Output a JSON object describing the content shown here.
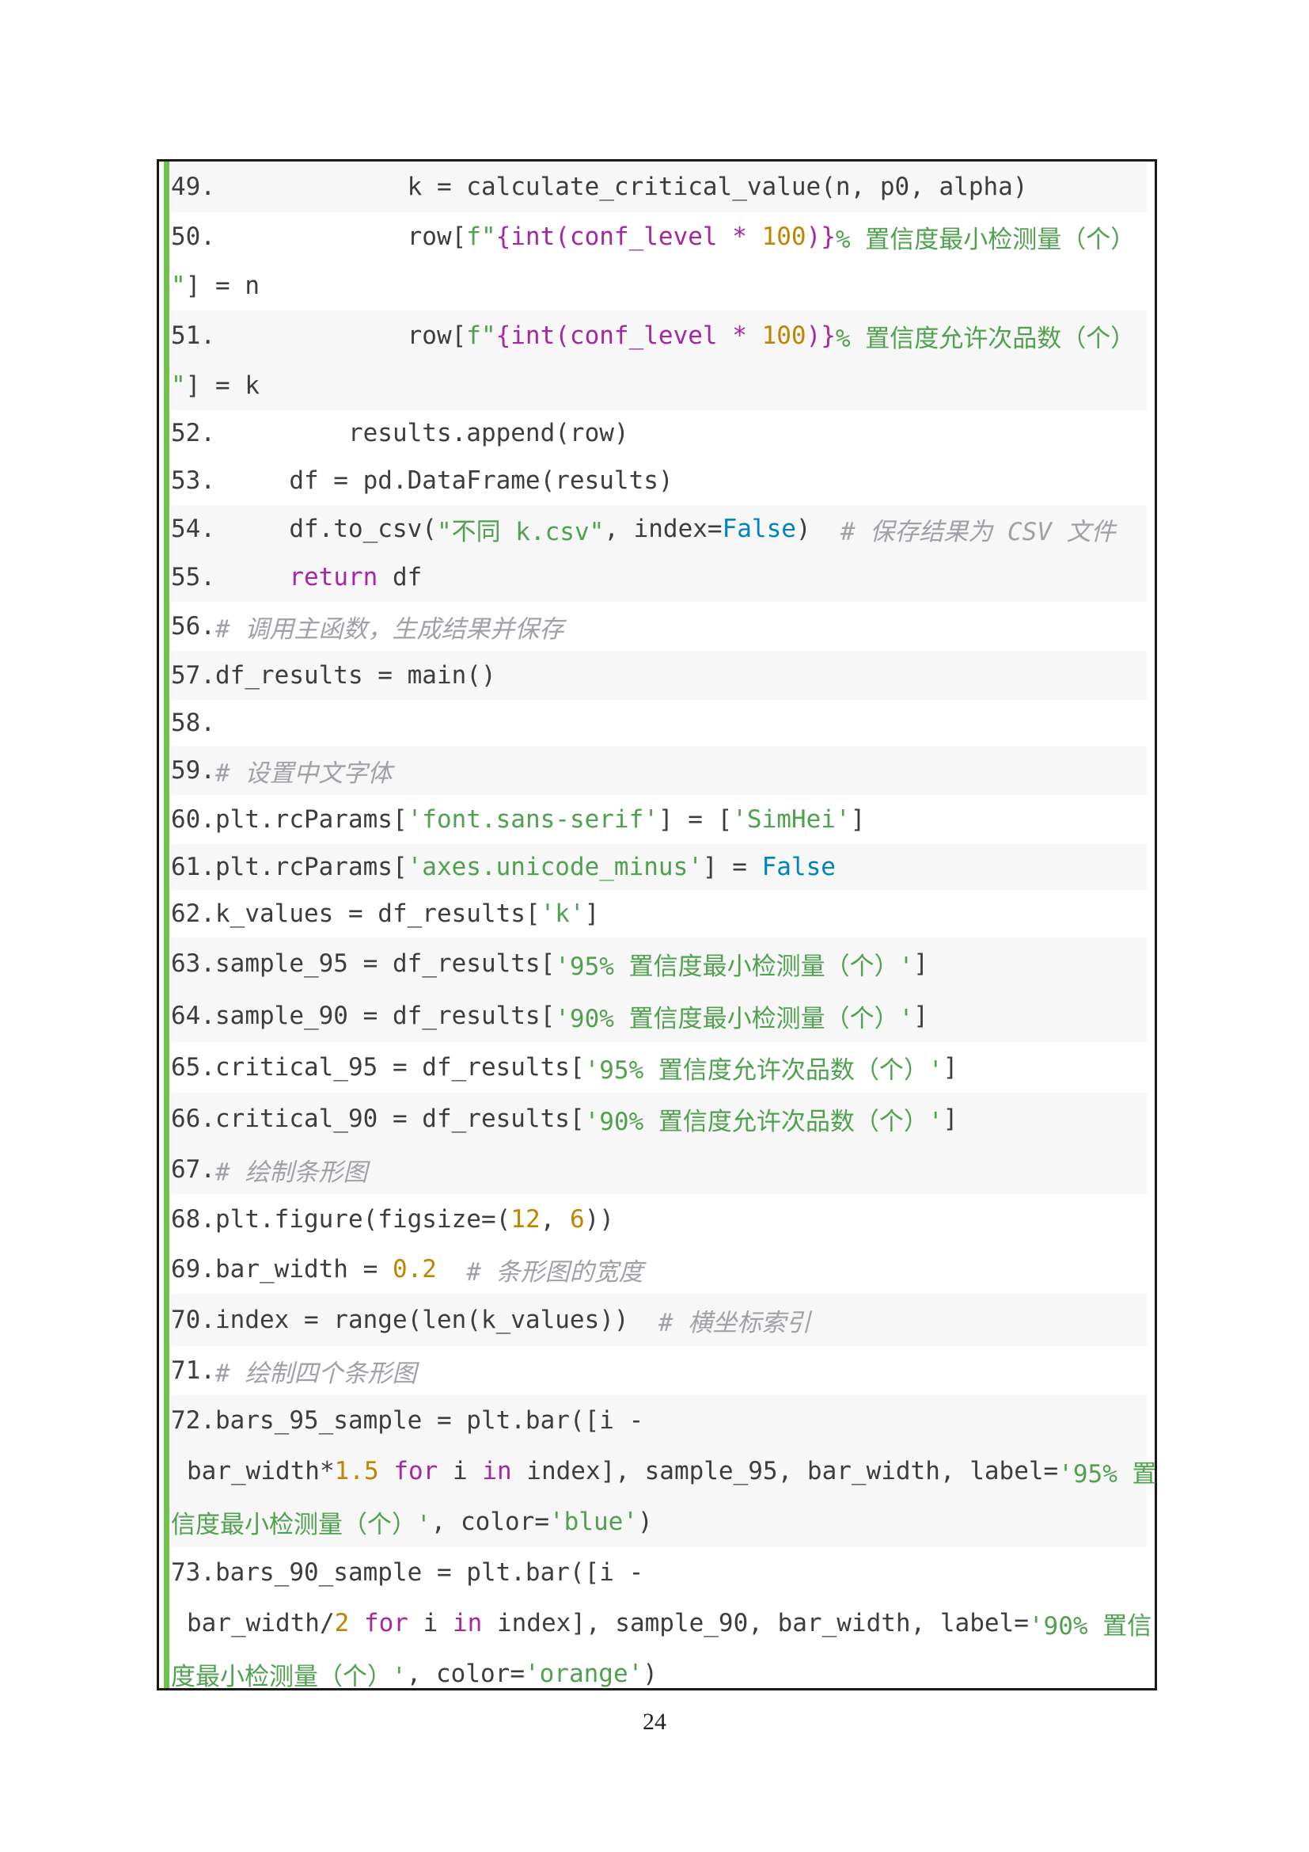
{
  "page_number": "24",
  "lines": [
    {
      "h": 64,
      "alt": true,
      "segs": [
        [
          "num",
          "49."
        ],
        [
          "",
          "             k = calculate_critical_value(n, p0, alpha)"
        ]
      ]
    },
    {
      "h": 62,
      "alt": false,
      "segs": [
        [
          "num",
          "50."
        ],
        [
          "",
          "             row["
        ],
        [
          "str",
          "f\""
        ],
        [
          "kw",
          "{int(conf_level "
        ],
        [
          "op",
          "*"
        ],
        [
          "kw",
          " "
        ],
        [
          "numlit",
          "100"
        ],
        [
          "kw",
          ")}"
        ],
        [
          "str",
          "% 置信度最小检测量（个）"
        ]
      ]
    },
    {
      "h": 62,
      "alt": false,
      "segs": [
        [
          "str",
          "\""
        ],
        [
          "",
          "] = n"
        ]
      ]
    },
    {
      "h": 64,
      "alt": true,
      "segs": [
        [
          "num",
          "51."
        ],
        [
          "",
          "             row["
        ],
        [
          "str",
          "f\""
        ],
        [
          "kw",
          "{int(conf_level "
        ],
        [
          "op",
          "*"
        ],
        [
          "kw",
          " "
        ],
        [
          "numlit",
          "100"
        ],
        [
          "kw",
          ")}"
        ],
        [
          "str",
          "% 置信度允许次品数（个）"
        ]
      ]
    },
    {
      "h": 62,
      "alt": true,
      "segs": [
        [
          "str",
          "\""
        ],
        [
          "",
          "] = k"
        ]
      ]
    },
    {
      "h": 58,
      "alt": false,
      "segs": [
        [
          "num",
          "52."
        ],
        [
          "",
          "         results.append(row)"
        ]
      ]
    },
    {
      "h": 62,
      "alt": false,
      "segs": [
        [
          "num",
          "53."
        ],
        [
          "",
          "     df = pd.DataFrame(results)"
        ]
      ]
    },
    {
      "h": 60,
      "alt": true,
      "segs": [
        [
          "num",
          "54."
        ],
        [
          "",
          "     df.to_csv("
        ],
        [
          "str",
          "\"不同 k.csv\""
        ],
        [
          "",
          ", index="
        ],
        [
          "bool",
          "False"
        ],
        [
          "",
          ")  "
        ],
        [
          "cmt",
          "# 保存结果为 CSV 文件"
        ]
      ]
    },
    {
      "h": 62,
      "alt": true,
      "segs": [
        [
          "num",
          "55."
        ],
        [
          "",
          "     "
        ],
        [
          "kw",
          "return"
        ],
        [
          "",
          " df"
        ]
      ]
    },
    {
      "h": 62,
      "alt": false,
      "segs": [
        [
          "num",
          "56."
        ],
        [
          "cmt",
          "# 调用主函数，生成结果并保存"
        ]
      ]
    },
    {
      "h": 62,
      "alt": true,
      "segs": [
        [
          "num",
          "57."
        ],
        [
          "",
          "df_results = main()"
        ]
      ]
    },
    {
      "h": 58,
      "alt": false,
      "segs": [
        [
          "num",
          "58."
        ],
        [
          "",
          ""
        ]
      ]
    },
    {
      "h": 62,
      "alt": true,
      "segs": [
        [
          "num",
          "59."
        ],
        [
          "cmt",
          "# 设置中文字体"
        ]
      ]
    },
    {
      "h": 62,
      "alt": false,
      "segs": [
        [
          "num",
          "60."
        ],
        [
          "",
          "plt.rcParams["
        ],
        [
          "str",
          "'font.sans-serif'"
        ],
        [
          "",
          "] = ["
        ],
        [
          "str",
          "'SimHei'"
        ],
        [
          "",
          "]"
        ]
      ]
    },
    {
      "h": 58,
      "alt": true,
      "segs": [
        [
          "num",
          "61."
        ],
        [
          "",
          "plt.rcParams["
        ],
        [
          "str",
          "'axes.unicode_minus'"
        ],
        [
          "",
          "] = "
        ],
        [
          "bool",
          "False"
        ]
      ]
    },
    {
      "h": 60,
      "alt": false,
      "segs": [
        [
          "num",
          "62."
        ],
        [
          "",
          "k_values = df_results["
        ],
        [
          "str",
          "'k'"
        ],
        [
          "",
          "]"
        ]
      ]
    },
    {
      "h": 66,
      "alt": true,
      "segs": [
        [
          "num",
          "63."
        ],
        [
          "",
          "sample_95 = df_results["
        ],
        [
          "str",
          "'95% 置信度最小检测量（个）'"
        ],
        [
          "",
          "]"
        ]
      ]
    },
    {
      "h": 66,
      "alt": true,
      "segs": [
        [
          "num",
          "64."
        ],
        [
          "",
          "sample_90 = df_results["
        ],
        [
          "str",
          "'90% 置信度最小检测量（个）'"
        ],
        [
          "",
          "]"
        ]
      ]
    },
    {
      "h": 64,
      "alt": false,
      "segs": [
        [
          "num",
          "65."
        ],
        [
          "",
          "critical_95 = df_results["
        ],
        [
          "str",
          "'95% 置信度允许次品数（个）'"
        ],
        [
          "",
          "]"
        ]
      ]
    },
    {
      "h": 66,
      "alt": true,
      "segs": [
        [
          "num",
          "66."
        ],
        [
          "",
          "critical_90 = df_results["
        ],
        [
          "str",
          "'90% 置信度允许次品数（个）'"
        ],
        [
          "",
          "]"
        ]
      ]
    },
    {
      "h": 62,
      "alt": true,
      "segs": [
        [
          "num",
          "67."
        ],
        [
          "cmt",
          "# 绘制条形图"
        ]
      ]
    },
    {
      "h": 64,
      "alt": false,
      "segs": [
        [
          "num",
          "68."
        ],
        [
          "",
          "plt.figure(figsize=("
        ],
        [
          "numlit",
          "12"
        ],
        [
          "",
          ", "
        ],
        [
          "numlit",
          "6"
        ],
        [
          "",
          "))"
        ]
      ]
    },
    {
      "h": 62,
      "alt": false,
      "segs": [
        [
          "num",
          "69."
        ],
        [
          "",
          "bar_width = "
        ],
        [
          "numlit",
          "0.2"
        ],
        [
          "",
          "  "
        ],
        [
          "cmt",
          "# 条形图的宽度"
        ]
      ]
    },
    {
      "h": 66,
      "alt": true,
      "segs": [
        [
          "num",
          "70."
        ],
        [
          "",
          "index = range(len(k_values))  "
        ],
        [
          "cmt",
          "# 横坐标索引"
        ]
      ]
    },
    {
      "h": 62,
      "alt": false,
      "segs": [
        [
          "num",
          "71."
        ],
        [
          "cmt",
          "# 绘制四个条形图"
        ]
      ]
    },
    {
      "h": 64,
      "alt": true,
      "segs": [
        [
          "num",
          "72."
        ],
        [
          "",
          "bars_95_sample = plt.bar([i -"
        ]
      ]
    },
    {
      "h": 64,
      "alt": true,
      "indent": true,
      "segs": [
        [
          "",
          "bar_width*"
        ],
        [
          "numlit",
          "1.5"
        ],
        [
          "",
          " "
        ],
        [
          "kw",
          "for"
        ],
        [
          "",
          " i "
        ],
        [
          "kw",
          "in"
        ],
        [
          "",
          " index], sample_95, bar_width, label="
        ],
        [
          "str",
          "'95% 置"
        ]
      ]
    },
    {
      "h": 64,
      "alt": true,
      "segs": [
        [
          "str",
          "信度最小检测量（个）'"
        ],
        [
          "",
          ", color="
        ],
        [
          "str",
          "'blue'"
        ],
        [
          "",
          ")"
        ]
      ]
    },
    {
      "h": 64,
      "alt": false,
      "segs": [
        [
          "num",
          "73."
        ],
        [
          "",
          "bars_90_sample = plt.bar([i -"
        ]
      ]
    },
    {
      "h": 64,
      "alt": false,
      "indent": true,
      "segs": [
        [
          "",
          "bar_width/"
        ],
        [
          "numlit",
          "2"
        ],
        [
          "",
          " "
        ],
        [
          "kw",
          "for"
        ],
        [
          "",
          " i "
        ],
        [
          "kw",
          "in"
        ],
        [
          "",
          " index], sample_90, bar_width, label="
        ],
        [
          "str",
          "'90% 置信"
        ]
      ]
    },
    {
      "h": 64,
      "alt": false,
      "segs": [
        [
          "str",
          "度最小检测量（个）'"
        ],
        [
          "",
          ", color="
        ],
        [
          "str",
          "'orange'"
        ],
        [
          "",
          ")"
        ]
      ]
    }
  ]
}
